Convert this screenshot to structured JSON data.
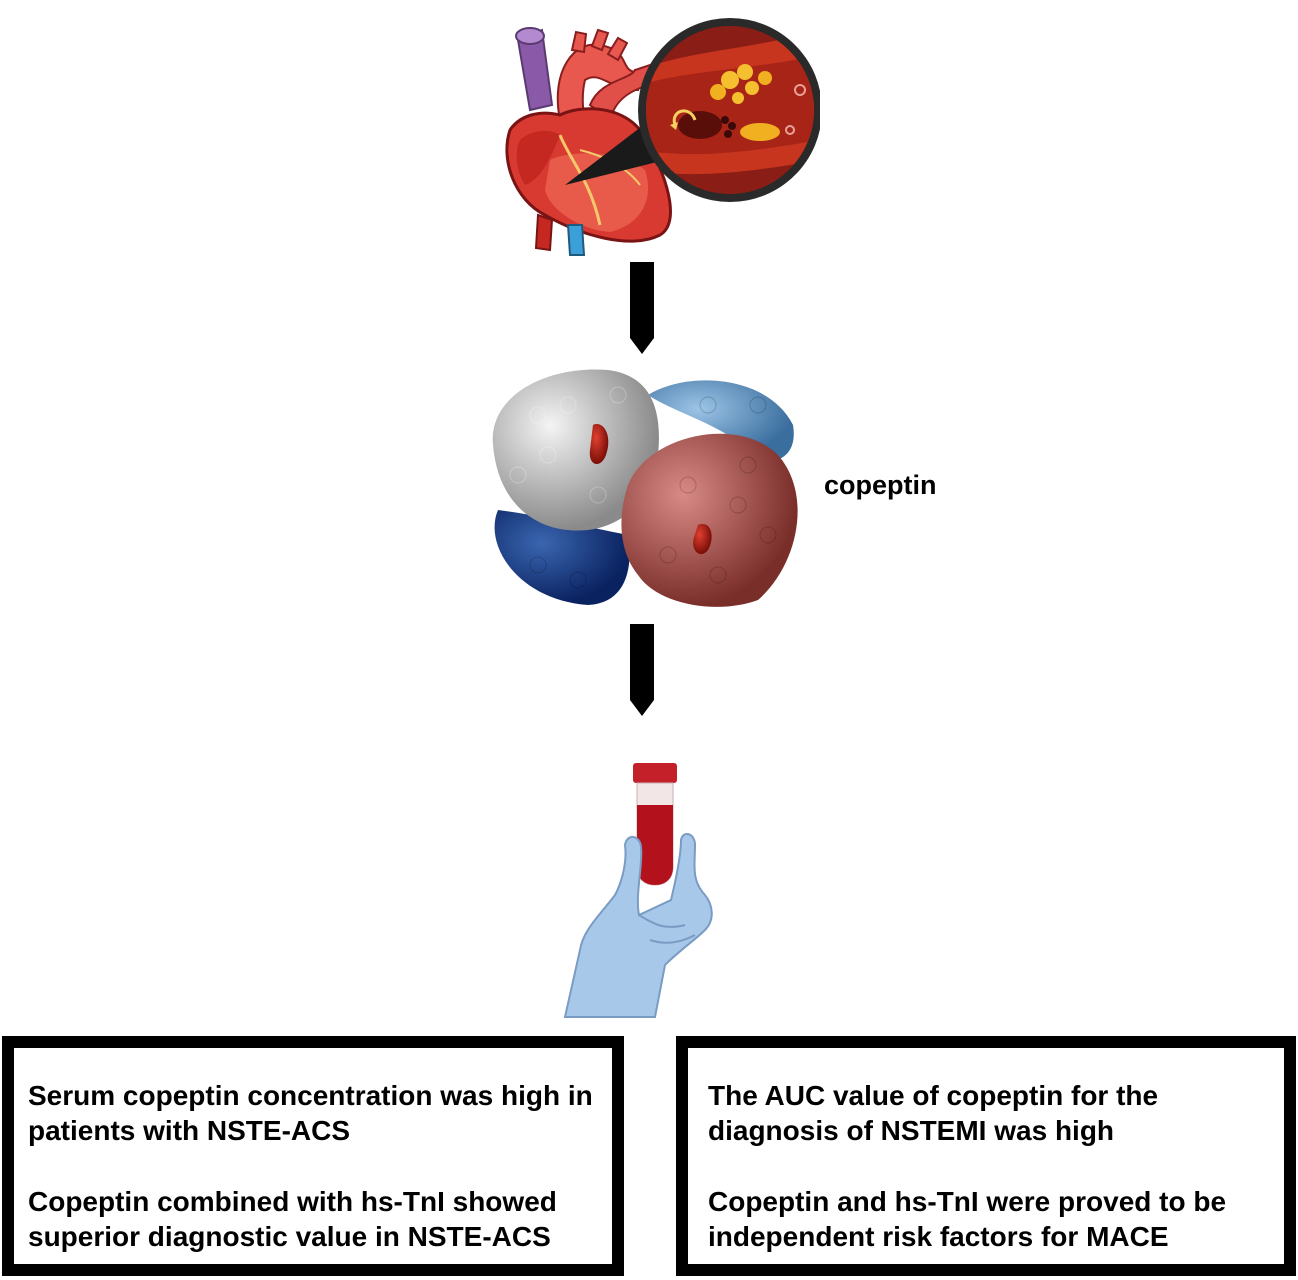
{
  "protein_label": "copeptin",
  "findings_left": [
    "Serum copeptin concentration was high in patients with NSTE-ACS",
    "Copeptin combined with hs-TnI showed superior diagnostic value in NSTE-ACS"
  ],
  "findings_right": [
    "The AUC value of copeptin for the diagnosis of NSTEMI was high",
    "Copeptin and hs-TnI were proved to be independent risk factors for MACE"
  ],
  "icons": [
    "heart-icon",
    "artery-plaque-icon",
    "protein-structure-icon",
    "blood-tube-icon",
    "gloved-hand-icon"
  ]
}
